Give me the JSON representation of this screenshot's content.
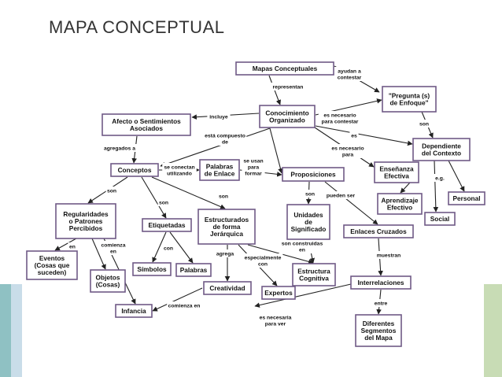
{
  "slide": {
    "title": "MAPA CONCEPTUAL",
    "colors": {
      "accent_teal": "#2e8b8f",
      "stripe_teal": "#8fc1c3",
      "stripe_blue": "#c9dde9",
      "stripe_green": "#c8dcb5",
      "node_border": "#6f5a86"
    }
  },
  "map": {
    "nodes": {
      "mapas": "Mapas Conceptuales",
      "pregunta": "\"Pregunta (s)|de Enfoque\"",
      "conocimiento": "Conocimiento|Organizado",
      "afecto": "Afecto o Sentimientos|Asociados",
      "dependiente": "Dependiente|del Contexto",
      "conceptos": "Conceptos",
      "palabras_enlace": "Palabras|de Enlace",
      "proposiciones": "Proposiciones",
      "ensenanza": "Enseñanza|Efectiva",
      "aprendizaje": "Aprendizaje|Efectivo",
      "personal": "Personal",
      "social": "Social",
      "regularidades": "Regularidades|o Patrones|Percibidos",
      "etiquetadas": "Etiquetadas",
      "estructurados": "Estructurados|de forma|Jerárquica",
      "unidades": "Unidades|de|Significado",
      "enlaces_cruzados": "Enlaces Cruzados",
      "eventos": "Eventos|(Cosas que|suceden)",
      "objetos": "Objetos|(Cosas)",
      "simbolos": "Símbolos",
      "palabras": "Palabras",
      "creatividad": "Creatividad",
      "expertos": "Expertos",
      "estructura_cognitiva": "Estructura|Cognitiva",
      "interrelaciones": "Interrelaciones",
      "infancia": "Infancia",
      "diferentes": "Diferentes|Segmentos|del Mapa"
    },
    "links": {
      "representan": "representan",
      "ayudan": "ayudan a|contestar",
      "incluye": "incluye",
      "necesario_contestar": "es necesario|para contestar",
      "es": "es",
      "son_dep": "son",
      "compuesto": "está compuesto|de",
      "agregados": "agregados a",
      "conectan": "se conectan|utilizando",
      "usan": "se usan|para|formar",
      "necesario_para": "es necesario|para",
      "eg": "e.g.",
      "son_reg": "son",
      "son_etiq": "son",
      "son_estr": "son",
      "son_unid": "son",
      "pueden": "pueden ser",
      "en_ev": "en",
      "comienza_en": "comienza|en",
      "con": "con",
      "agrega": "agrega",
      "especialmente": "especialmente|con",
      "en_est": "en",
      "construidas": "son construidas|en",
      "muestran": "muestran",
      "entre": "entre",
      "comienza_infancia": "comienza en",
      "necesaria_ver": "es necesaria|para ver"
    }
  }
}
